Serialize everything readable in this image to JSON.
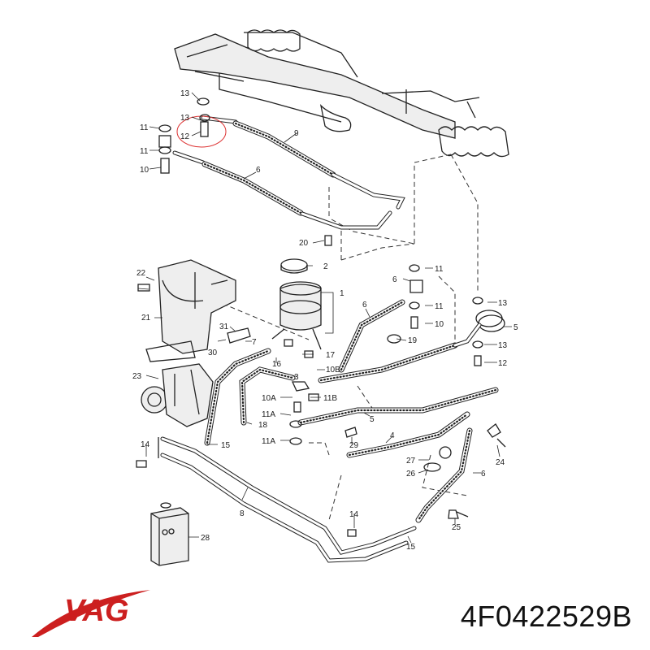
{
  "brand": {
    "name": "VAG",
    "color": "#cc1f1f"
  },
  "part_number": "4F0422529B",
  "labels": [
    {
      "id": "l13a",
      "text": "13"
    },
    {
      "id": "l13b",
      "text": "13"
    },
    {
      "id": "l11a",
      "text": "11"
    },
    {
      "id": "l12a",
      "text": "12"
    },
    {
      "id": "l11b",
      "text": "11"
    },
    {
      "id": "l10a",
      "text": "10"
    },
    {
      "id": "l9",
      "text": "9"
    },
    {
      "id": "l6a",
      "text": "6"
    },
    {
      "id": "l20",
      "text": "20"
    },
    {
      "id": "l2",
      "text": "2"
    },
    {
      "id": "l1",
      "text": "1"
    },
    {
      "id": "l11c",
      "text": "11"
    },
    {
      "id": "l6b",
      "text": "6"
    },
    {
      "id": "l11d",
      "text": "11"
    },
    {
      "id": "l10b",
      "text": "10"
    },
    {
      "id": "l13c",
      "text": "13"
    },
    {
      "id": "l5a",
      "text": "5"
    },
    {
      "id": "l13d",
      "text": "13"
    },
    {
      "id": "l12b",
      "text": "12"
    },
    {
      "id": "l6c",
      "text": "6"
    },
    {
      "id": "l19",
      "text": "19"
    },
    {
      "id": "l22",
      "text": "22"
    },
    {
      "id": "l21",
      "text": "21"
    },
    {
      "id": "l31",
      "text": "31"
    },
    {
      "id": "l7",
      "text": "7"
    },
    {
      "id": "l30",
      "text": "30"
    },
    {
      "id": "l16",
      "text": "16"
    },
    {
      "id": "l17",
      "text": "17"
    },
    {
      "id": "l10B",
      "text": "10B"
    },
    {
      "id": "l3",
      "text": "3"
    },
    {
      "id": "l23",
      "text": "23"
    },
    {
      "id": "l10A",
      "text": "10A"
    },
    {
      "id": "l11B",
      "text": "11B"
    },
    {
      "id": "l11Aa",
      "text": "11A"
    },
    {
      "id": "l5b",
      "text": "5"
    },
    {
      "id": "l18",
      "text": "18"
    },
    {
      "id": "l11Ab",
      "text": "11A"
    },
    {
      "id": "l29",
      "text": "29"
    },
    {
      "id": "l4",
      "text": "4"
    },
    {
      "id": "l14a",
      "text": "14"
    },
    {
      "id": "l15a",
      "text": "15"
    },
    {
      "id": "l27",
      "text": "27"
    },
    {
      "id": "l24",
      "text": "24"
    },
    {
      "id": "l26",
      "text": "26"
    },
    {
      "id": "l6d",
      "text": "6"
    },
    {
      "id": "l8",
      "text": "8"
    },
    {
      "id": "l14b",
      "text": "14"
    },
    {
      "id": "l25",
      "text": "25"
    },
    {
      "id": "l28",
      "text": "28"
    },
    {
      "id": "l15b",
      "text": "15"
    }
  ]
}
